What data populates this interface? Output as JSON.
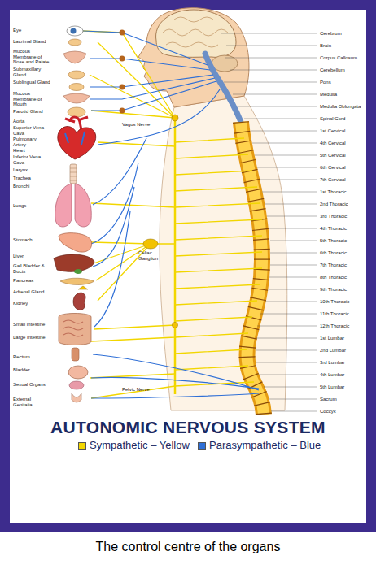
{
  "diagram": {
    "title": "AUTONOMIC NERVOUS SYSTEM",
    "caption": "The control centre of the organs",
    "labels": [
      "Eye",
      "Lacrimal Gland",
      "Mucous Membrane of Nose and Palate",
      "Submaxillary Gland",
      "Sublingual Gland",
      "Mucous Membrane of Mouth",
      "Parotid Gland",
      "Aorta",
      "Superior Vena Cava",
      "Pulmonary Artery",
      "Heart",
      "Inferior Vena Cava",
      "Larynx",
      "Trachea",
      "Bronchi",
      "Lungs",
      "Stomach",
      "Liver",
      "Gall Bladder & Ducts",
      "Pancreas",
      "Adrenal Gland",
      "Kidney",
      "Small Intestine",
      "Large Intestine",
      "Rectum",
      "Bladder",
      "Sexual Organs",
      "External Genitalia",
      "Vagus Nerve",
      "Celiac Ganglion",
      "Pelvic Nerve",
      "Cerebrum",
      "Brain",
      "Corpus Callosum",
      "Cerebellum",
      "Pons",
      "Medulla",
      "Medulla Oblongata",
      "Spinal Cord",
      "1st Cervical",
      "4th Cervical",
      "5th Cervical",
      "6th Cervical",
      "7th Cervical",
      "1st Thoracic",
      "2nd Thoracic",
      "3rd Thoracic",
      "4th Thoracic",
      "5th Thoracic",
      "6th Thoracic",
      "7th Thoracic",
      "8th Thoracic",
      "9th Thoracic",
      "10th Thoracic",
      "11th Thoracic",
      "12th Thoracic",
      "1st Lumbar",
      "2nd Lumbar",
      "3rd Lumbar",
      "4th Lumbar",
      "5th Lumbar",
      "Sacrum",
      "Coccyx"
    ],
    "legend": [
      {
        "text": "Sympathetic – Yellow",
        "color": "#f2d600"
      },
      {
        "text": "Parasympathetic – Blue",
        "color": "#2f6fd6"
      }
    ]
  }
}
